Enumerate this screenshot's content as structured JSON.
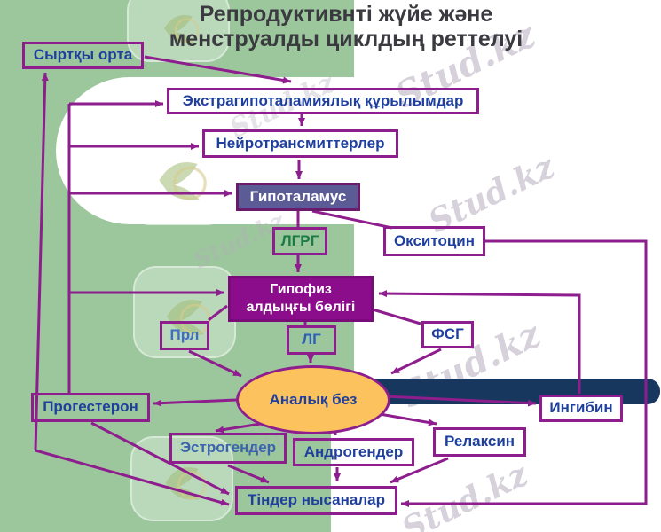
{
  "title": {
    "line1": "Репродуктивнті жүйе және",
    "line2": "менструалды циклдың реттелуі"
  },
  "watermark": {
    "brand": "Stud.kz",
    "logo": "hummingbird-logo"
  },
  "palette": {
    "background_green": "#9cc79c",
    "line_purple": "#8e1d8e",
    "navy_bar": "#17375e",
    "text_navy": "#1e3f9e",
    "text_green": "#1b7a46",
    "hypothalamus_fill": "#5b5b96",
    "pituitary_fill": "#8b0d8b",
    "ovary_fill": "#fcc25e",
    "title_color": "#3a3a40"
  },
  "nodes": {
    "external_env": {
      "label": "Сыртқы орта"
    },
    "extrahypothalamic": {
      "label": "Экстрагипоталамиялық құрылымдар"
    },
    "neurotransmitters": {
      "label": "Нейротрансмиттерлер"
    },
    "hypothalamus": {
      "label": "Гипоталамус"
    },
    "lhrh": {
      "label": "ЛГРГ"
    },
    "oxytocin": {
      "label": "Окситоцин"
    },
    "pituitary": {
      "label_line1": "Гипофиз",
      "label_line2": "алдыңғы бөлігі"
    },
    "prl": {
      "label": "Прл"
    },
    "lh": {
      "label": "ЛГ"
    },
    "fsh": {
      "label": "ФСГ"
    },
    "ovary": {
      "label": "Аналық без"
    },
    "progesterone": {
      "label": "Прогестерон"
    },
    "estrogens": {
      "label": "Эстрогендер"
    },
    "androgens": {
      "label": "Андрогендер"
    },
    "relaxin": {
      "label": "Релаксин"
    },
    "inhibin": {
      "label": "Ингибин"
    },
    "target_tissues": {
      "label": "Тіндер нысаналар"
    }
  }
}
